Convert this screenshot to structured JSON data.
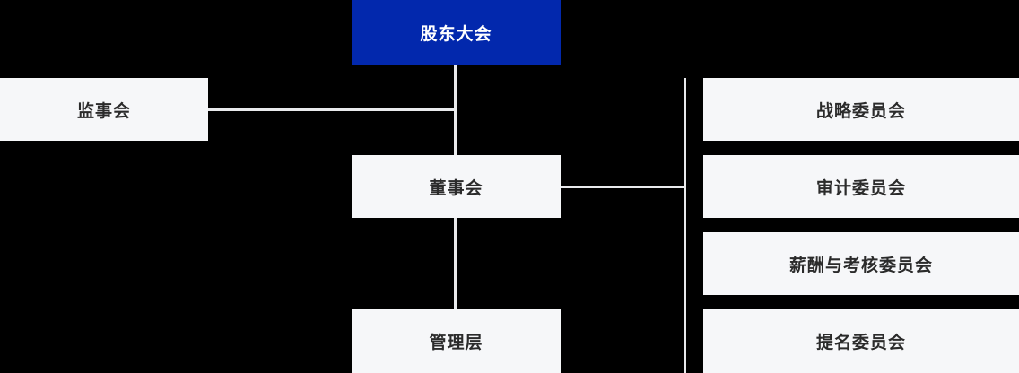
{
  "chart_data": {
    "type": "diagram",
    "subtype": "organizational-chart",
    "title": "",
    "orientation": "top-down",
    "colors": {
      "background": "#000000",
      "primary_node_fill": "#0228ad",
      "primary_node_text": "#ffffff",
      "default_node_fill": "#f6f7f9",
      "default_node_text": "#2b2b2b",
      "connector_line": "#e9eaec"
    },
    "nodes": [
      {
        "id": "shareholders",
        "label": "股东大会",
        "level": 0,
        "style": "primary"
      },
      {
        "id": "supervisors",
        "label": "监事会",
        "level": 1,
        "style": "default"
      },
      {
        "id": "board",
        "label": "董事会",
        "level": 1,
        "style": "default"
      },
      {
        "id": "management",
        "label": "管理层",
        "level": 2,
        "style": "default"
      },
      {
        "id": "committee_strategy",
        "label": "战略委员会",
        "level": 2,
        "style": "default"
      },
      {
        "id": "committee_audit",
        "label": "审计委员会",
        "level": 2,
        "style": "default"
      },
      {
        "id": "committee_compensation",
        "label": "薪酬与考核委员会",
        "level": 2,
        "style": "default"
      },
      {
        "id": "committee_nomination",
        "label": "提名委员会",
        "level": 2,
        "style": "default"
      }
    ],
    "edges": [
      {
        "from": "shareholders",
        "to": "board"
      },
      {
        "from": "shareholders",
        "to": "supervisors"
      },
      {
        "from": "board",
        "to": "management"
      },
      {
        "from": "board",
        "to": "committee_strategy"
      },
      {
        "from": "board",
        "to": "committee_audit"
      },
      {
        "from": "board",
        "to": "committee_compensation"
      },
      {
        "from": "board",
        "to": "committee_nomination"
      }
    ]
  },
  "chart": {
    "shareholders": "股东大会",
    "supervisors": "监事会",
    "board": "董事会",
    "management": "管理层",
    "committees": [
      "战略委员会",
      "审计委员会",
      "薪酬与考核委员会",
      "提名委员会"
    ]
  }
}
